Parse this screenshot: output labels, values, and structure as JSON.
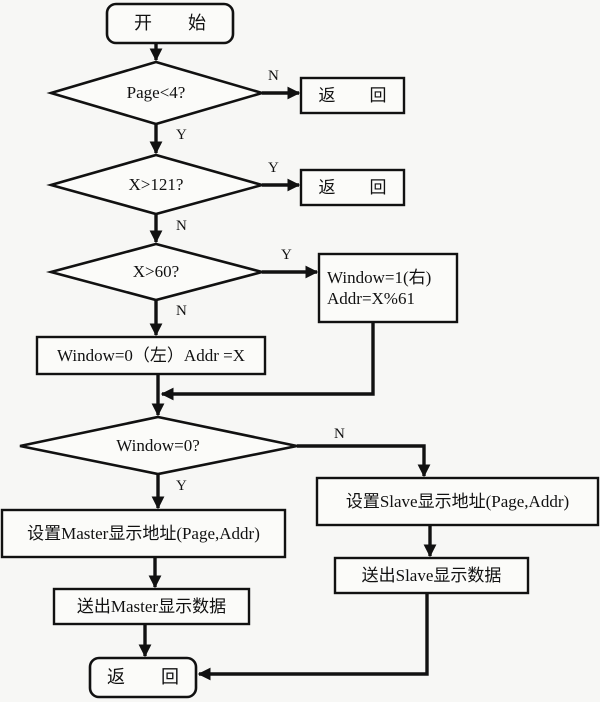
{
  "diagram": {
    "title": "LCD display driver flowchart",
    "background_color": "#f7f7f5",
    "stroke_color": "#111111",
    "fill_color": "#fbfbf9"
  },
  "nodes": {
    "start": {
      "label": "开　　始",
      "shape": "rounded-rectangle"
    },
    "decision_page": {
      "label": "Page<4?",
      "shape": "diamond"
    },
    "return_page": {
      "label": "返　　回",
      "shape": "rectangle"
    },
    "decision_x121": {
      "label": "X>121?",
      "shape": "diamond"
    },
    "return_x121": {
      "label": "返　　回",
      "shape": "rectangle"
    },
    "decision_x60": {
      "label": "X>60?",
      "shape": "diamond"
    },
    "window_right": {
      "label": "Window=1(右)\nAddr=X%61",
      "shape": "rectangle"
    },
    "window_left": {
      "label": "Window=0（左）Addr =X",
      "shape": "rectangle"
    },
    "decision_window0": {
      "label": "Window=0?",
      "shape": "diamond"
    },
    "master_addr": {
      "label": "设置Master显示地址(Page,Addr)",
      "shape": "rectangle"
    },
    "master_data": {
      "label": "送出Master显示数据",
      "shape": "rectangle"
    },
    "slave_addr": {
      "label": "设置Slave显示地址(Page,Addr)",
      "shape": "rectangle"
    },
    "slave_data": {
      "label": "送出Slave显示数据",
      "shape": "rectangle"
    },
    "return_end": {
      "label": "返　　回",
      "shape": "rounded-rectangle"
    }
  },
  "edge_labels": {
    "page_no": "N",
    "page_yes": "Y",
    "x121_yes": "Y",
    "x121_no": "N",
    "x60_yes": "Y",
    "x60_no": "N",
    "window0_no": "N",
    "window0_yes": "Y"
  }
}
